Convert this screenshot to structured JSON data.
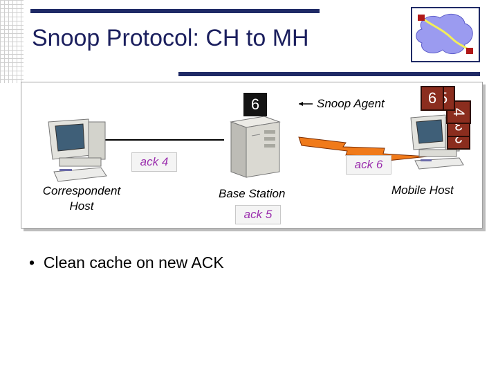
{
  "slide": {
    "title": "Snoop Protocol: CH to MH",
    "bullets": [
      "Clean cache on new ACK"
    ]
  },
  "diagram": {
    "correspondent_host": {
      "label_line1": "Correspondent",
      "label_line2": "Host"
    },
    "base_station": {
      "label": "Base Station"
    },
    "mobile_host": {
      "label": "Mobile Host"
    },
    "snoop_agent": {
      "label": "Snoop Agent"
    },
    "buffered_packet": "6",
    "acks": {
      "wired": "ack 4",
      "base": "ack 5",
      "wireless": "ack 6"
    },
    "packet_stack": [
      "6",
      "5",
      "4",
      "3",
      "2"
    ]
  },
  "colors": {
    "title": "#1b1f5e",
    "accent_bar": "#1f2a66",
    "ack_text": "#9b2fae",
    "packet_fill": "#8b2d1e",
    "wireless_link": "#f07a1a"
  },
  "icons": {
    "computer": "desktop-computer-icon",
    "tower": "server-tower-icon",
    "network": "network-cloud-icon"
  }
}
